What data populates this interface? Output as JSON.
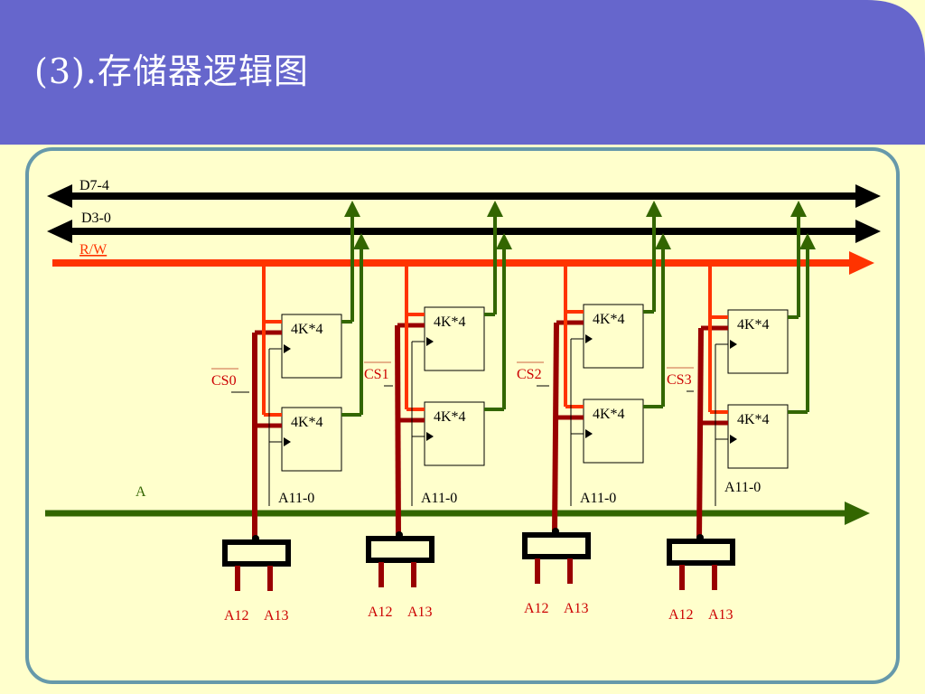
{
  "slide": {
    "title": "(3).存储器逻辑图"
  },
  "buses": {
    "d74": "D7-4",
    "d30": "D3-0",
    "rw": "R/W",
    "address": "A"
  },
  "colors": {
    "header": "#6666cc",
    "panel_border": "#6699aa",
    "background": "#ffffcc",
    "data_bus": "#000000",
    "rw_bus": "#ff3300",
    "address_bus": "#336600",
    "green_link": "#336600",
    "select_line": "#990000",
    "cs_text": "#cc0000"
  },
  "groups": [
    {
      "cs": "CS0",
      "chip_top": "4K*4",
      "chip_bottom": "4K*4",
      "addr": "A11-0",
      "a12": "A12",
      "a13": "A13"
    },
    {
      "cs": "CS1",
      "chip_top": "4K*4",
      "chip_bottom": "4K*4",
      "addr": "A11-0",
      "a12": "A12",
      "a13": "A13"
    },
    {
      "cs": "CS2",
      "chip_top": "4K*4",
      "chip_bottom": "4K*4",
      "addr": "A11-0",
      "a12": "A12",
      "a13": "A13"
    },
    {
      "cs": "CS3",
      "chip_top": "4K*4",
      "chip_bottom": "4K*4",
      "addr": "A11-0",
      "a12": "A12",
      "a13": "A13"
    }
  ]
}
